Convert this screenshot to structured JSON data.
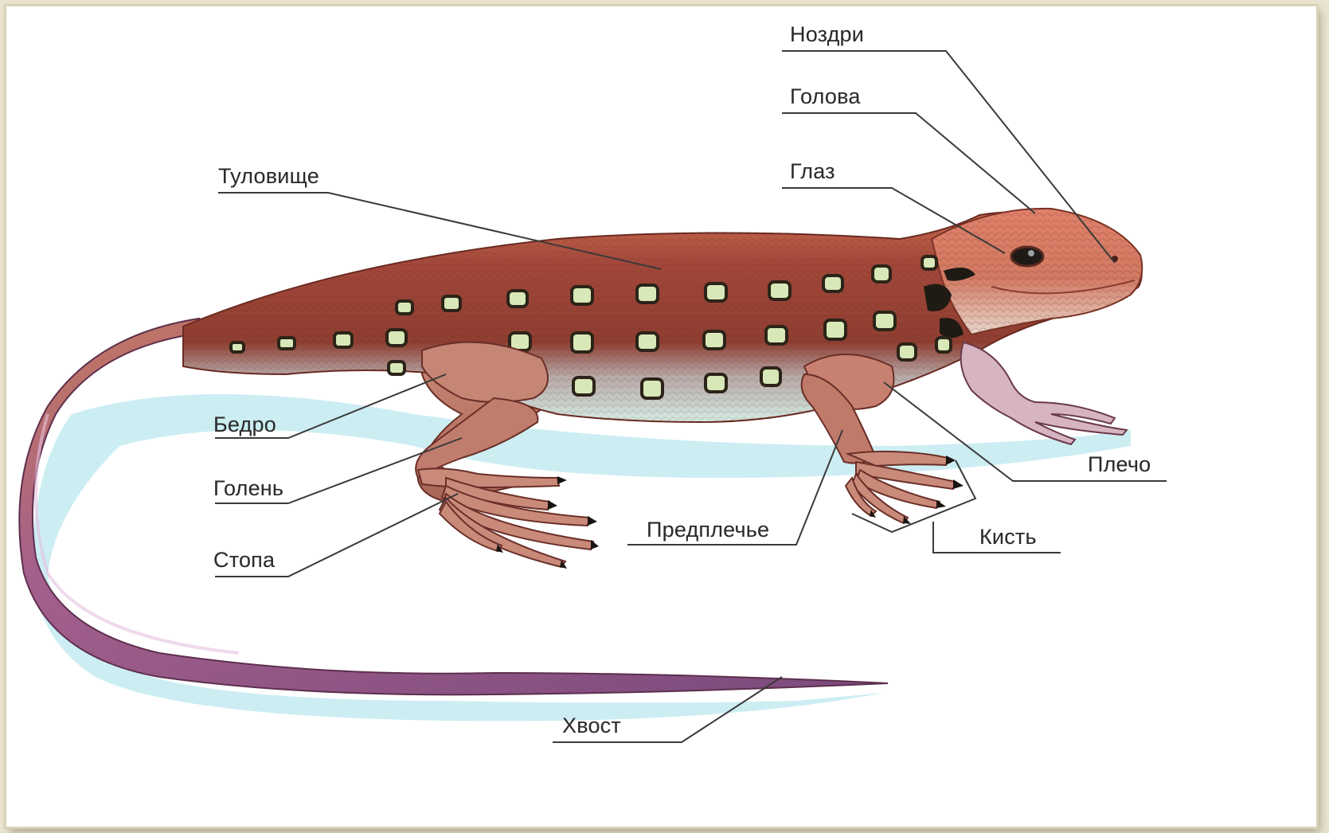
{
  "labels": {
    "nostrils": "Ноздри",
    "head": "Голова",
    "eye": "Глаз",
    "body": "Туловище",
    "thigh": "Бедро",
    "shin": "Голень",
    "foot": "Стопа",
    "shoulder": "Плечо",
    "forearm": "Предплечье",
    "hand": "Кисть",
    "tail": "Хвост"
  },
  "colors": {
    "back": "#b5523a",
    "back_dark": "#8a3a2c",
    "head": "#d8735c",
    "belly": "#cfe6df",
    "tail": "#9a5a86",
    "spots_fill": "#d8e8b8",
    "spots_ring": "#2c2418",
    "shadow": "#bfe8f0",
    "leader": "#3a3a3a"
  }
}
